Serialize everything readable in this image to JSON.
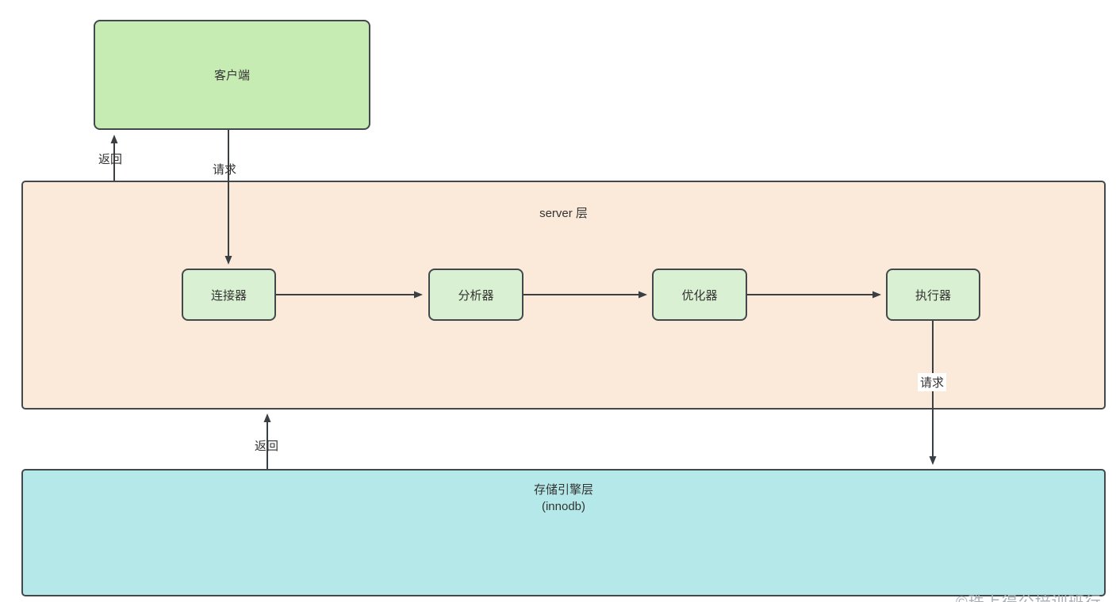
{
  "client": {
    "label": "客户端"
  },
  "server_layer": {
    "title": "server 层",
    "nodes": [
      {
        "label": "连接器"
      },
      {
        "label": "分析器"
      },
      {
        "label": "优化器"
      },
      {
        "label": "执行器"
      }
    ]
  },
  "storage_layer": {
    "title": "存储引擎层",
    "subtitle": "(innodb)"
  },
  "edges": {
    "client_return": "返回",
    "client_request": "请求",
    "executor_request": "请求",
    "storage_return": "返回"
  },
  "watermark": "©珠上得公培训班行",
  "colors": {
    "client_fill": "#c7ecb3",
    "node_fill": "#daf0d2",
    "server_fill": "#fbead9",
    "storage_fill": "#b5e9e9",
    "border": "#43484c",
    "arrow": "#3a3f44",
    "text": "#333333",
    "watermark_text": "#aab0b6"
  }
}
